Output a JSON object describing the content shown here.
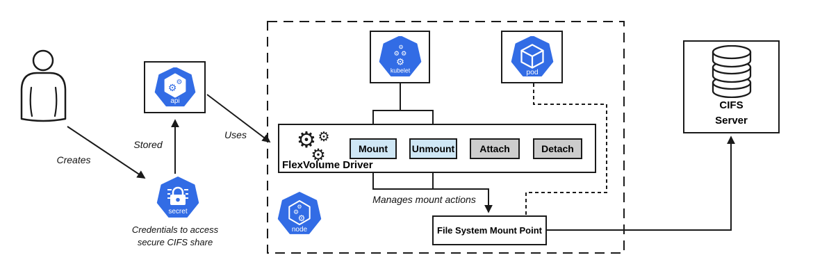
{
  "diagram": {
    "annotations": {
      "creates": "Creates",
      "stored": "Stored",
      "uses": "Uses",
      "manages_mount_actions": "Manages mount actions",
      "credentials_note_line1": "Credentials to access",
      "credentials_note_line2": "secure CIFS share"
    },
    "kubernetes_icons": {
      "api_label": "api",
      "secret_label": "secret",
      "kubelet_label": "kubelet",
      "pod_label": "pod",
      "node_label": "node"
    },
    "icon_glyphs": {
      "gear": "⚙"
    },
    "flexvolume": {
      "title": "FlexVolume Driver",
      "buttons": [
        {
          "label": "Mount",
          "state": "highlighted"
        },
        {
          "label": "Unmount",
          "state": "highlighted"
        },
        {
          "label": "Attach",
          "state": "default"
        },
        {
          "label": "Detach",
          "state": "default"
        }
      ]
    },
    "mount_point_label": "File System Mount Point",
    "cifs_server": {
      "line1": "CIFS",
      "line2": "Server"
    },
    "colors": {
      "kubernetes_blue": "#326CE5",
      "highlighted_button_bg": "#CFE7F5",
      "default_button_bg": "#CCCCCC",
      "line_color": "#1A1A1A"
    }
  }
}
